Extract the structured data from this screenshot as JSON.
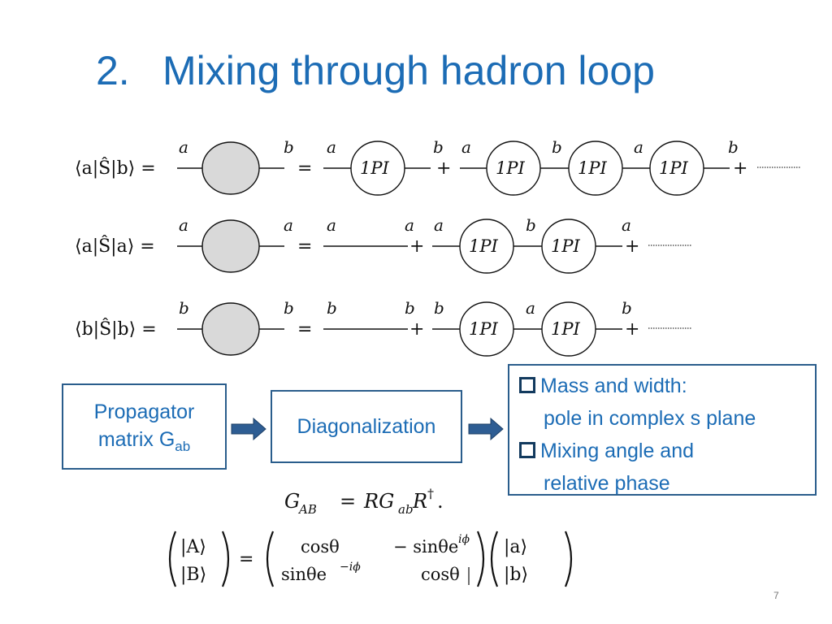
{
  "slide": {
    "number": "2.",
    "title": "Mixing through hadron loop",
    "page": "7"
  },
  "diagrams": {
    "row1_lhs": "⟨a|Ŝ|b⟩ =",
    "row2_lhs": "⟨a|Ŝ|a⟩ =",
    "row3_lhs": "⟨b|Ŝ|b⟩ =",
    "vertex_label": "1PI",
    "label_a": "a",
    "label_b": "b",
    "equals": "=",
    "plus": "+"
  },
  "flow": {
    "propagator_line1": "Propagator",
    "propagator_line2": "matrix  G",
    "propagator_sub": "ab",
    "diagonalization": "Diagonalization",
    "result_item1": "Mass and width:",
    "result_item1b": "pole in complex s plane",
    "result_item2": "Mixing  angle and",
    "result_item2b": "relative phase"
  },
  "formulas": {
    "g_lhs": "G",
    "g_lhs_sub": "AB",
    "g_rhs_r": "RG",
    "g_rhs_sub": "ab",
    "g_rhs_rt": "R",
    "g_dagger": "†",
    "eq": "=",
    "period": ".",
    "ket_A": "|A⟩",
    "ket_B": "|B⟩",
    "ket_a": "|a⟩",
    "ket_b": "|b⟩",
    "m11": "cosθ",
    "m12": "− sinθe",
    "m12_sup": "iϕ",
    "m21": "sinθe",
    "m21_sup": "−iϕ",
    "m22": "cosθ"
  },
  "colors": {
    "title": "#1c6cb5",
    "box_border": "#2a5d8c",
    "arrow_fill": "#2e5d93",
    "blob_fill": "#d9d9d9"
  }
}
